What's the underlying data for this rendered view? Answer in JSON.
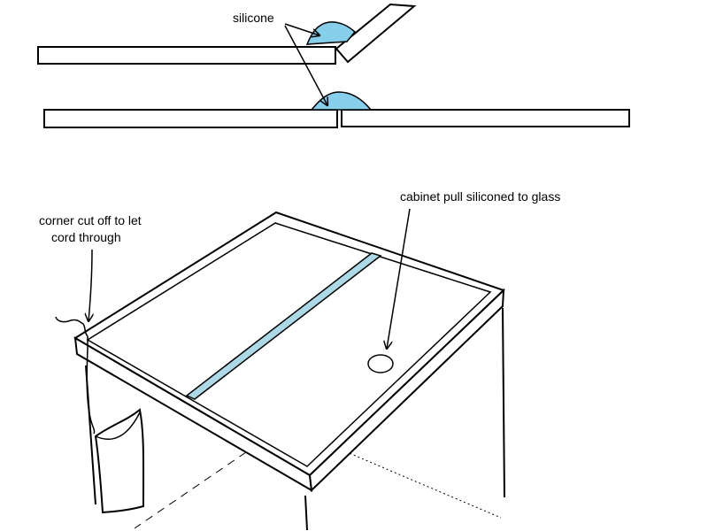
{
  "labels": {
    "silicone": "silicone",
    "corner_line1": "corner cut off to let",
    "corner_line2": "cord through",
    "cabinet_pull": "cabinet pull siliconed to glass"
  },
  "colors": {
    "silicone": "#87ceeb",
    "glass_strip": "#add8e6",
    "line": "#000000"
  }
}
